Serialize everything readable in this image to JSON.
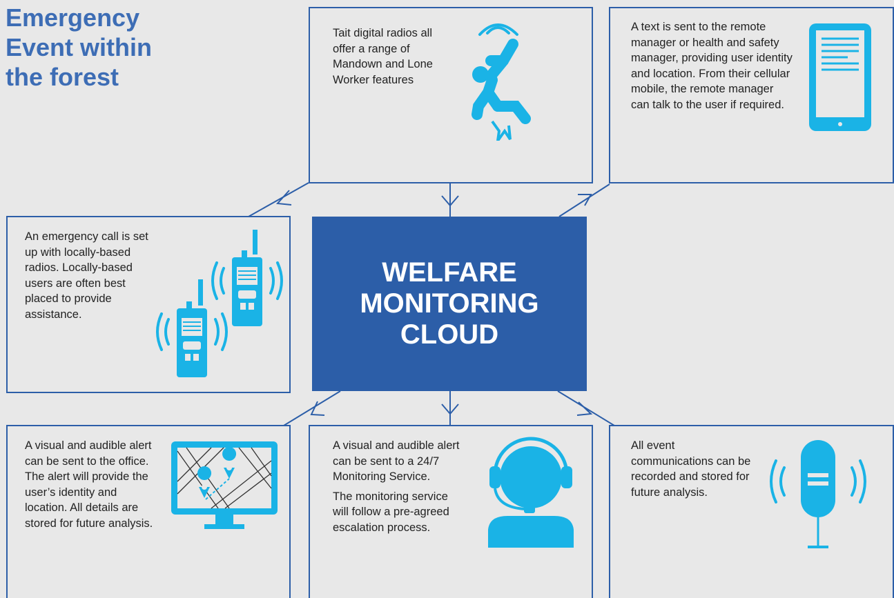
{
  "title": [
    "Emergency",
    "Event within",
    "the forest"
  ],
  "center": {
    "lines": [
      "WELFARE",
      "MONITORING",
      "CLOUD"
    ]
  },
  "boxes": {
    "mandown": "Tait digital radios all offer a range of Mandown and Lone Worker features",
    "text_alert": "A text is sent to the remote manager or health and safety manager, providing user identity and location. From their cellular mobile, the remote manager can talk to the user if required.",
    "emergency_call": "An emergency call is set up with locally-based radios. Locally-based users are often best placed to provide assistance.",
    "office_alert": "A visual and audible alert can be sent to the office. The alert will provide the user’s identity and location. All details are stored for future analysis.",
    "monitoring_alert": "A visual and audible alert can be sent to a 24/7 Monitoring Service.",
    "monitoring_escalation": "The monitoring service will follow a pre-agreed escalation process.",
    "recording": "All event communications can be recorded and stored for future analysis."
  },
  "icons": {
    "mandown": "falling-person-icon",
    "text_alert": "mobile-phone-icon",
    "emergency_call": "two-way-radio-icon",
    "office_alert": "map-monitor-icon",
    "monitoring": "headset-operator-icon",
    "recording": "microphone-icon"
  },
  "colors": {
    "accent": "#2c5ea8",
    "title": "#3d6db5",
    "icon": "#1ab3e6",
    "background": "#e8e8e8"
  }
}
